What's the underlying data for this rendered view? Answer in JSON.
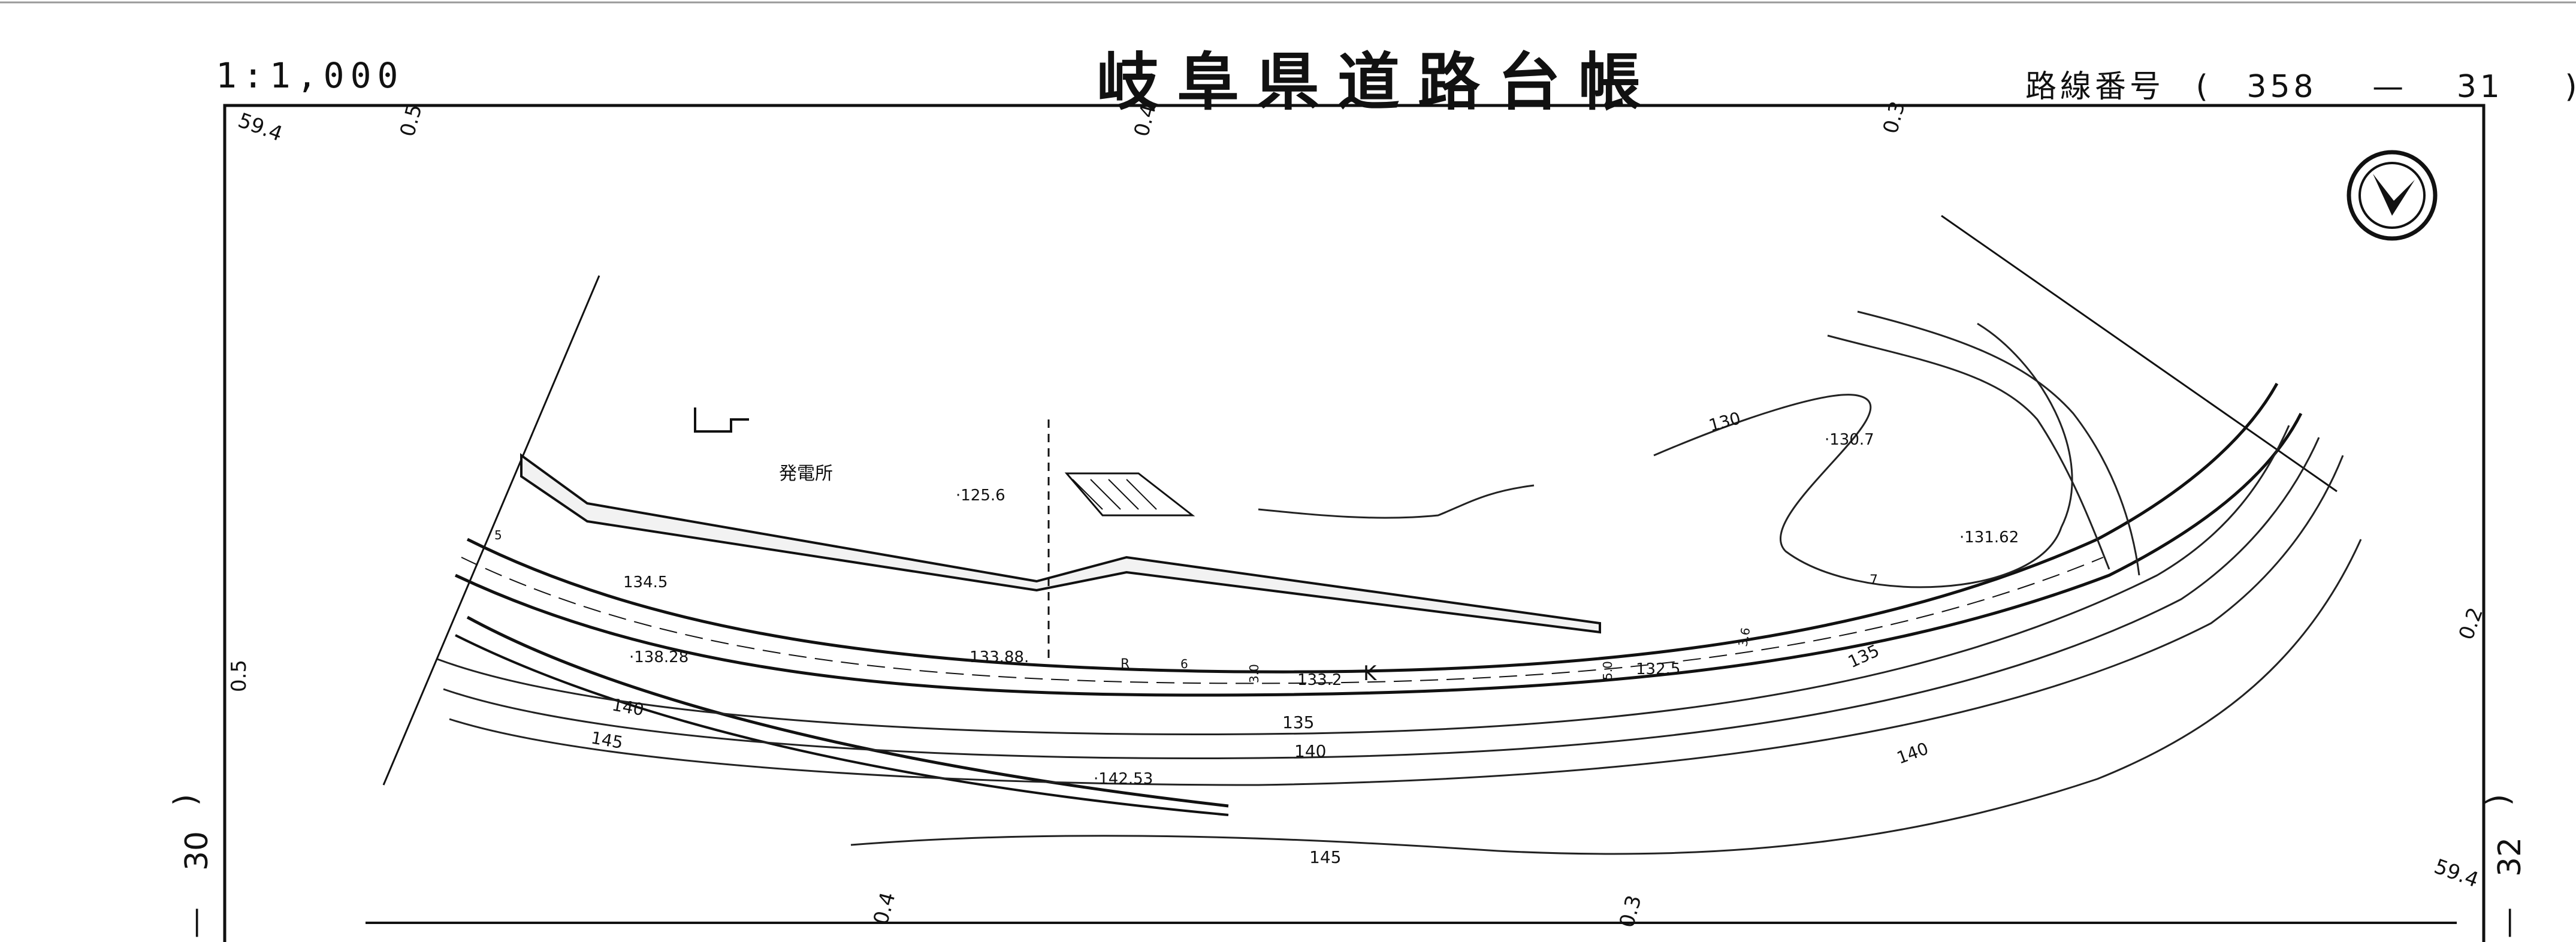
{
  "header": {
    "scale": "1:1,000",
    "title": "岐阜県道路台帳",
    "route_label": "路線番号",
    "route_open": "(",
    "route_a": "358",
    "route_dash": "—",
    "route_b": "31",
    "route_close": ")"
  },
  "sheets": {
    "left_number": "30",
    "left_paren": ")",
    "left_dash": "—",
    "right_number": "32",
    "right_paren": ")",
    "right_dash": "—"
  },
  "frame_labels": {
    "top_left_corner": "59.4",
    "bottom_right_corner": "59.4",
    "top_05": "0.5",
    "top_04": "0.4",
    "top_03": "0.3",
    "left_05": "0.5",
    "right_02": "0.2",
    "bottom_04": "0.4",
    "bottom_03": "0.3"
  },
  "map_labels": {
    "power_station": "発電所",
    "spot_125_6": "·125.6",
    "spot_130_7": "·130.7",
    "spot_131_62": "·131.62",
    "spot_134_5": "134.5",
    "spot_138_28": "·138.28",
    "spot_133_88": "133.88.",
    "spot_133_2": "133.2",
    "spot_132_5": "132.5",
    "spot_142_53": "·142.53",
    "road_k": "K",
    "road_r": "R",
    "dim_6": "6",
    "dim_3_0": "3.0",
    "dim_5_0": "5.0",
    "dim_3_6": "3.6",
    "dim_7": "7",
    "dim_5": "5",
    "contour_130": "130",
    "contour_135_left": "135",
    "contour_135_right": "135",
    "contour_140_left": "140",
    "contour_140_mid": "140",
    "contour_140_right": "140",
    "contour_145_left": "145",
    "contour_145_bottom": "145"
  },
  "north_arrow": "north-arrow-icon"
}
